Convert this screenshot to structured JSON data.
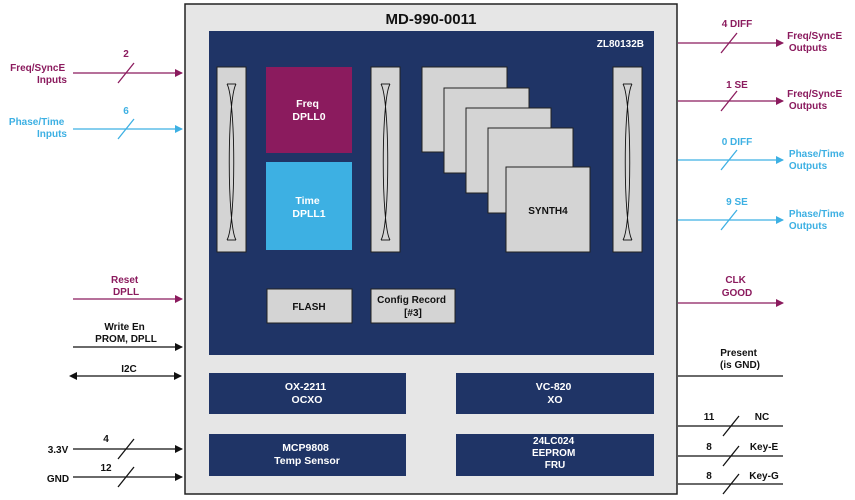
{
  "title": "MD-990-0011",
  "chip_label": "ZL80132B",
  "blocks": {
    "freq_dpll": [
      "Freq",
      "DPLL0"
    ],
    "time_dpll": [
      "Time",
      "DPLL1"
    ],
    "synth": "SYNTH4",
    "flash": "FLASH",
    "config": [
      "Config Record",
      "[#3]"
    ],
    "ocxo": [
      "OX-2211",
      "OCXO"
    ],
    "xo": [
      "VC-820",
      "XO"
    ],
    "temp": [
      "MCP9808",
      "Temp Sensor"
    ],
    "eeprom": [
      "24LC024",
      "EEPROM",
      "FRU"
    ]
  },
  "left_signals": {
    "freq_in": {
      "label": [
        "Freq/SyncE",
        "Inputs"
      ],
      "count": "2"
    },
    "phase_in": {
      "label": [
        "Phase/Time",
        "Inputs"
      ],
      "count": "6"
    },
    "reset": {
      "label": [
        "Reset",
        "DPLL"
      ]
    },
    "write_en": {
      "label": [
        "Write En",
        "PROM, DPLL"
      ]
    },
    "i2c": {
      "label": "I2C"
    },
    "v33": {
      "label": "3.3V",
      "count": "4"
    },
    "gnd": {
      "label": "GND",
      "count": "12"
    }
  },
  "right_signals": {
    "freq_out_diff": {
      "label": [
        "Freq/SyncE",
        "Outputs"
      ],
      "count": "4 DIFF"
    },
    "freq_out_se": {
      "label": [
        "Freq/SyncE",
        "Outputs"
      ],
      "count": "1 SE"
    },
    "phase_out_diff": {
      "label": [
        "Phase/Time",
        "Outputs"
      ],
      "count": "0 DIFF"
    },
    "phase_out_se": {
      "label": [
        "Phase/Time",
        "Outputs"
      ],
      "count": "9 SE"
    },
    "clk_good": {
      "label": [
        "CLK",
        "GOOD"
      ]
    },
    "present": {
      "label": [
        "Present",
        "(is GND)"
      ]
    },
    "nc": {
      "label": "NC",
      "count": "11"
    },
    "key_e": {
      "label": "Key-E",
      "count": "8"
    },
    "key_g": {
      "label": "Key-G",
      "count": "8"
    }
  },
  "colors": {
    "navy": "#1f3466",
    "purple": "#8b1b5e",
    "cyan": "#3db0e3",
    "grey_block": "#d4d4d4",
    "outer_box": "#e6e6e6",
    "line": "#111111"
  }
}
